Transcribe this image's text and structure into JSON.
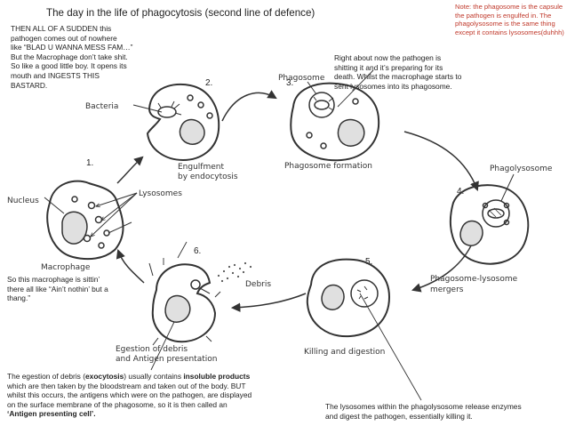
{
  "title": "The day in the life of phagocytosis (second line of defence)",
  "note": "Note: the phagosome is the capsule the pathogen is engulfed in. The phagolysosome is the same thing except it contains lysosomes(duhhh)",
  "comments": {
    "engulf": "THEN ALL OF A SUDDEN this\npathogen comes out of nowhere\nlike “BLAD U WANNA MESS FAM…”\nBut the Macrophage don’t take shit.\nSo  like a good little boy. It opens its\nmouth and INGESTS THIS\nBASTARD.",
    "death": "Right about now the pathogen is\nshitting it and it’s preparing for its\ndeath. Whilst the macrophage starts to\nsent lysosomes into its phagosome.",
    "sittin": "So this macrophage is sittin’\nthere all like “Ain’t nothin’ but a\nthang.”",
    "egestion_pre": "The egestion of debris (",
    "egestion_exo": "exocytosis",
    "egestion_mid": ")  usually contains ",
    "egestion_insol": "insoluble products",
    "egestion_rest": "\nwhich are then taken by the bloodstream and taken out of the body. BUT\nwhilst this occurs, the antigens which were on the pathogen, are displayed\non the surface membrane of the phagosome, so it is then called an\n",
    "egestion_apc": "‘Antigen presenting cell’.",
    "enzymes": "The lysosomes within the phagolysosome release enzymes\nand digest the pathogen, essentially killing it."
  },
  "step_numbers": [
    "1.",
    "2.",
    "3.",
    "4.",
    "5.",
    "6."
  ],
  "diagram_labels": {
    "bacteria": "Bacteria",
    "engulfment_1": "Engulfment",
    "engulfment_2": "by endocytosis",
    "phagosome": "Phagosome",
    "phagosome_formation": "Phagosome formation",
    "phagolysosome": "Phagolysosome",
    "nucleus": "Nucleus",
    "lysosomes": "Lysosomes",
    "macrophage": "Macrophage",
    "debris": "Debris",
    "egestion_1": "Egestion of debris",
    "egestion_2": "and Antigen presentation",
    "killing": "Killing and digestion",
    "merger_1": "Phagosome-lysosome",
    "merger_2": "mergers"
  },
  "colors": {
    "note": "#c0392b",
    "ink": "#333333"
  }
}
